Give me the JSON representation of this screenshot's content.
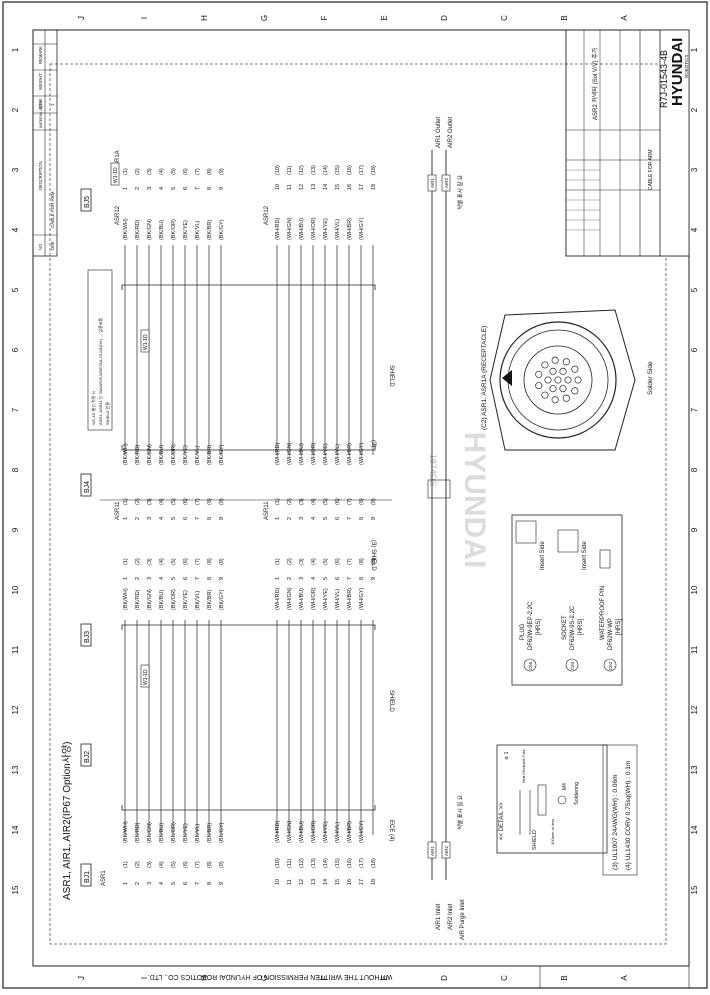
{
  "drawing": {
    "title": "ASR1, AIR1, AIR2(IP67 Option사양)",
    "company": "HYUNDAI",
    "company_sub": "ROBOTICS",
    "dwg_no": "R7J-01543-4B",
    "cable_name": "CABLE FOR ARM",
    "product_line": "ASR2 커넥터 (Sol V/V) 추가",
    "footer_notice": "WITHOUT THE WRITTEN PERMISSION OF HYUNDAI ROBOTICS CO., LTD.",
    "watermark": "HYUNDAI",
    "watermark_code": "1874DS"
  },
  "grid": {
    "rows": [
      "J",
      "I",
      "H",
      "G",
      "F",
      "E",
      "D",
      "C",
      "B",
      "A"
    ],
    "cols": [
      "1",
      "2",
      "3",
      "4",
      "5",
      "6",
      "7",
      "8",
      "9",
      "10",
      "11",
      "12",
      "13",
      "14",
      "15"
    ]
  },
  "bom": {
    "headers": [
      "NO",
      "DESCRIPTION",
      "MATERIAL GRADE",
      "QTY",
      "WEIGHT",
      "REMARK"
    ],
    "row": {
      "no": "D00",
      "desc": "CABLE FOR ARM",
      "qty": "1"
    }
  },
  "junctions": [
    "BJ1",
    "BJ2",
    "BJ3",
    "BJ4",
    "BJ5"
  ],
  "connectors": {
    "asr1": "ASR1",
    "asr1a": "ASR1A",
    "asr11": "ASR11",
    "asr12": "ASR12",
    "w19": "W1-1D",
    "ece": "ECE (4)",
    "shield": "SHIELD",
    "shield3": "(3) SHIELD",
    "shield3b": "(3)"
  },
  "pins_top": [
    {
      "n": "1",
      "p": "(1)",
      "c": "(BK/WH)"
    },
    {
      "n": "2",
      "p": "(2)",
      "c": "(BK/RD)"
    },
    {
      "n": "3",
      "p": "(3)",
      "c": "(BK/GN)"
    },
    {
      "n": "4",
      "p": "(4)",
      "c": "(BK/BU)"
    },
    {
      "n": "5",
      "p": "(5)",
      "c": "(BK/OR)"
    },
    {
      "n": "6",
      "p": "(6)",
      "c": "(BK/YE)"
    },
    {
      "n": "7",
      "p": "(7)",
      "c": "(BK/VL)"
    },
    {
      "n": "8",
      "p": "(8)",
      "c": "(BK/BR)"
    },
    {
      "n": "9",
      "p": "(9)",
      "c": "(BK/GY)"
    }
  ],
  "pins_bottom": [
    {
      "n": "10",
      "p": "(10)",
      "c": "(WH/RD)"
    },
    {
      "n": "11",
      "p": "(11)",
      "c": "(WH/GN)"
    },
    {
      "n": "12",
      "p": "(12)",
      "c": "(WH/BU)"
    },
    {
      "n": "13",
      "p": "(13)",
      "c": "(WH/OR)"
    },
    {
      "n": "14",
      "p": "(14)",
      "c": "(WH/YE)"
    },
    {
      "n": "15",
      "p": "(15)",
      "c": "(WH/VL)"
    },
    {
      "n": "16",
      "p": "(16)",
      "c": "(WH/BR)"
    },
    {
      "n": "17",
      "p": "(17)",
      "c": "(WH/GY)"
    },
    {
      "n": "18",
      "p": "(18)",
      "c": ""
    }
  ],
  "tubes": {
    "air1_inlet": "AIR1 Inlet",
    "air2_inlet": "AIR2 Inlet",
    "purge_inlet": "AIR Purge Inlet",
    "air1_outlet": "AIR1 Outlet",
    "air2_outlet": "AIR2 Outlet",
    "tube_tag1": "AIR1",
    "tube_tag2": "AIR2",
    "tube_note": "식별 표시 필 요"
  },
  "receptacle": {
    "label": "(C2) ASR1, ASR1A (RECEPTACLE)",
    "side": "Solder Side"
  },
  "parts": [
    {
      "tag": "C65",
      "name": "PLUG",
      "part": "DF62W-9EP-2.2C",
      "maker": "[HRS]",
      "view": "Insert Side"
    },
    {
      "tag": "C64",
      "name": "SOCKET",
      "part": "DF62W-9S-2.2C",
      "maker": "[HRS]",
      "view": "Insert Side"
    },
    {
      "tag": "C62",
      "name": "WATERPROOF PIN",
      "part": "DF62W-WP",
      "maker": "[HRS]",
      "view": ""
    }
  ],
  "detail": {
    "title": "<< DETAIL >>",
    "mark": "※ 1",
    "shield": "SHIELD",
    "heat": "Heat Shrinkable Tube",
    "m4": "M4",
    "soldering": "Soldering",
    "length": "100mm or less"
  },
  "notes": [
    "(3) UL1007 24AWG(WH) : 0.06m",
    "(4) UL1430 CORV 0.75sq(WH) : 0.1m"
  ],
  "box_note": [
    "W1-1D 별선 적용 시",
    "ASR1, ASR11 는 20AWG/0.0/DETAIL,DLM1(DK) → 삼홍씨를",
    "SHIELD 연결"
  ]
}
